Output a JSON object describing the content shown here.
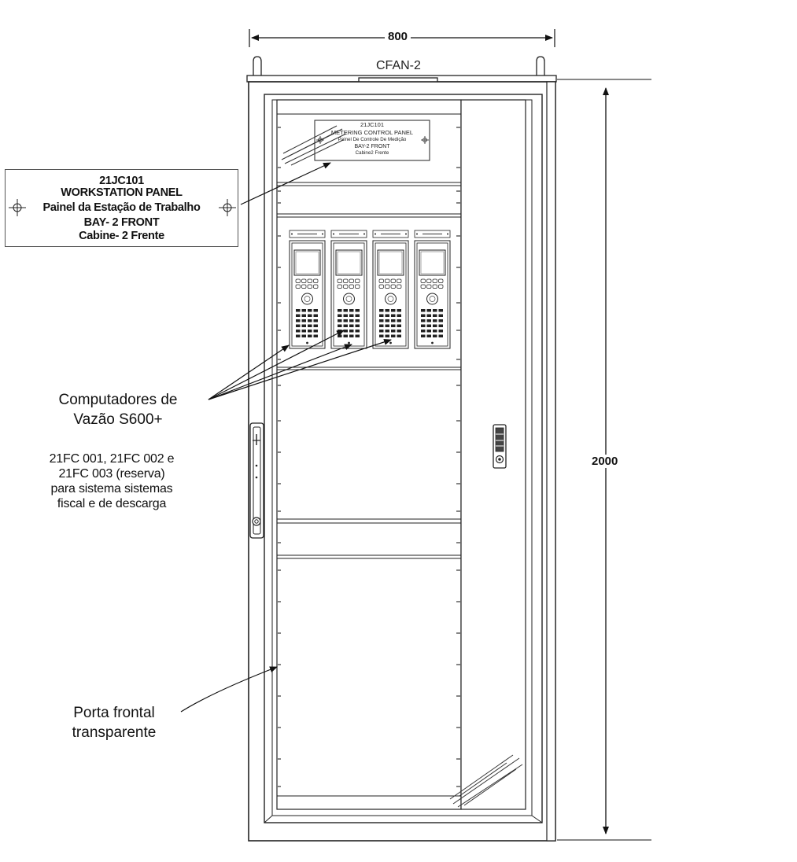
{
  "dimensions": {
    "width": "800",
    "height": "2000"
  },
  "cabinet": {
    "top_label": "CFAN-2"
  },
  "inner_plate": {
    "lines": [
      "21JC101",
      "METERING CONTROL PANEL",
      "Painel De Controle De Medição",
      "BAY-2 FRONT",
      "Cabine2 Frente"
    ]
  },
  "workstation_label": {
    "lines": [
      "21JC101",
      "WORKSTATION PANEL",
      "Painel da Estação de Trabalho",
      "BAY- 2 FRONT",
      "Cabine- 2 Frente"
    ]
  },
  "annotations": {
    "computers_title": [
      "Computadores de",
      "Vazão S600+"
    ],
    "computers_detail": [
      "21FC 001, 21FC 002 e",
      "21FC 003 (reserva)",
      "para sistema sistemas",
      "fiscal e de descarga"
    ],
    "door": [
      "Porta frontal",
      "transparente"
    ]
  },
  "modules": {
    "count": 4
  },
  "colors": {
    "line": "#222222",
    "frame_fill": "#f6f6f6"
  }
}
